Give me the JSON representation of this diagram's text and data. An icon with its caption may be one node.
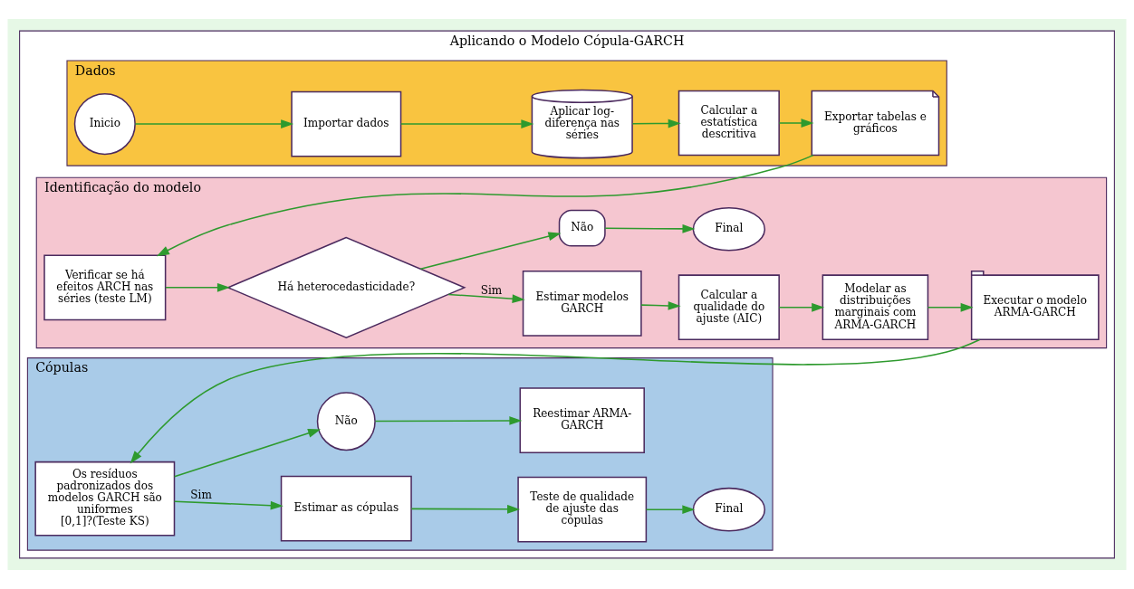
{
  "diagram": {
    "nodes": [
      {
        "text": [
          "Aplicando o Modelo Cópula-GARCH"
        ]
      },
      {
        "text": [
          "Dados"
        ],
        "in": 0
      },
      {
        "text": [
          "Inicio"
        ],
        "in": 1
      },
      {
        "text": [
          "Importar dados"
        ],
        "in": 1
      },
      {
        "text": [
          "Aplicar log-diferença nas séries"
        ],
        "in": 1
      },
      {
        "text": [
          "Calcular a estatística descritiva"
        ],
        "in": 1
      },
      {
        "text": [
          "Exportar tabelas e gráficos"
        ],
        "in": 1
      },
      {
        "text": [
          "Identificação do modelo"
        ],
        "in": 0
      },
      {
        "text": [
          "Verificar se há efeitos ARCH nas séries (teste LM)"
        ],
        "in": 7
      },
      {
        "text": [
          "Há heterocedasticidade?"
        ],
        "in": 7
      },
      {
        "text": [
          "Estimar modelos GARCH"
        ],
        "in": 7
      },
      {
        "text": [
          "Calcular a qualidade do ajuste (AIC)"
        ],
        "in": 7
      },
      {
        "text": [
          "Modelar as distribuições marginais com ARMA-GARCH"
        ],
        "in": 7
      },
      {
        "text": [
          "Executar o modelo ARMA-GARCH"
        ],
        "in": 7
      },
      {
        "text": [
          "Não"
        ],
        "in": 7
      },
      {
        "text": [
          "Final"
        ],
        "in": 7
      },
      {
        "text": [
          "Cópulas"
        ],
        "in": 0
      },
      {
        "text": [
          "Os resíduos padronizados dos modelos GARCH são uniformes [0,1]?(Teste KS)"
        ],
        "in": 16
      },
      {
        "text": [
          "Estimar as cópulas"
        ],
        "in": 16
      },
      {
        "text": [
          "Teste de qualidade de ajuste das cópulas"
        ],
        "in": 16
      },
      {
        "text": [
          "Final"
        ],
        "in": 16
      },
      {
        "text": [
          "Não"
        ],
        "in": 16
      },
      {
        "text": [
          "Reestimar ARMA-GARCH"
        ],
        "in": 16
      }
    ],
    "edges": [
      {
        "from": 2,
        "to": 3,
        "arrow": "to"
      },
      {
        "from": 3,
        "to": 4,
        "arrow": "to"
      },
      {
        "from": 4,
        "to": 5,
        "arrow": "to"
      },
      {
        "from": 5,
        "to": 6,
        "arrow": "to"
      },
      {
        "from": 6,
        "to": 8,
        "arrow": "to"
      },
      {
        "from": 8,
        "to": 9,
        "arrow": "to"
      },
      {
        "from": 9,
        "to": 10,
        "label": "Sim",
        "arrow": "to"
      },
      {
        "from": 10,
        "to": 11,
        "arrow": "to"
      },
      {
        "from": 11,
        "to": 12,
        "arrow": "to"
      },
      {
        "from": 12,
        "to": 13,
        "arrow": "to"
      },
      {
        "from": 9,
        "to": 14,
        "arrow": "to"
      },
      {
        "from": 14,
        "to": 15,
        "arrow": "to"
      },
      {
        "from": 13,
        "to": 17,
        "arrow": "to"
      },
      {
        "from": 17,
        "to": 18,
        "label": "Sim",
        "arrow": "to"
      },
      {
        "from": 18,
        "to": 19,
        "arrow": "to"
      },
      {
        "from": 19,
        "to": 20,
        "arrow": "to"
      },
      {
        "from": 17,
        "to": 21,
        "arrow": "to"
      },
      {
        "from": 21,
        "to": 22,
        "arrow": "to"
      }
    ]
  }
}
